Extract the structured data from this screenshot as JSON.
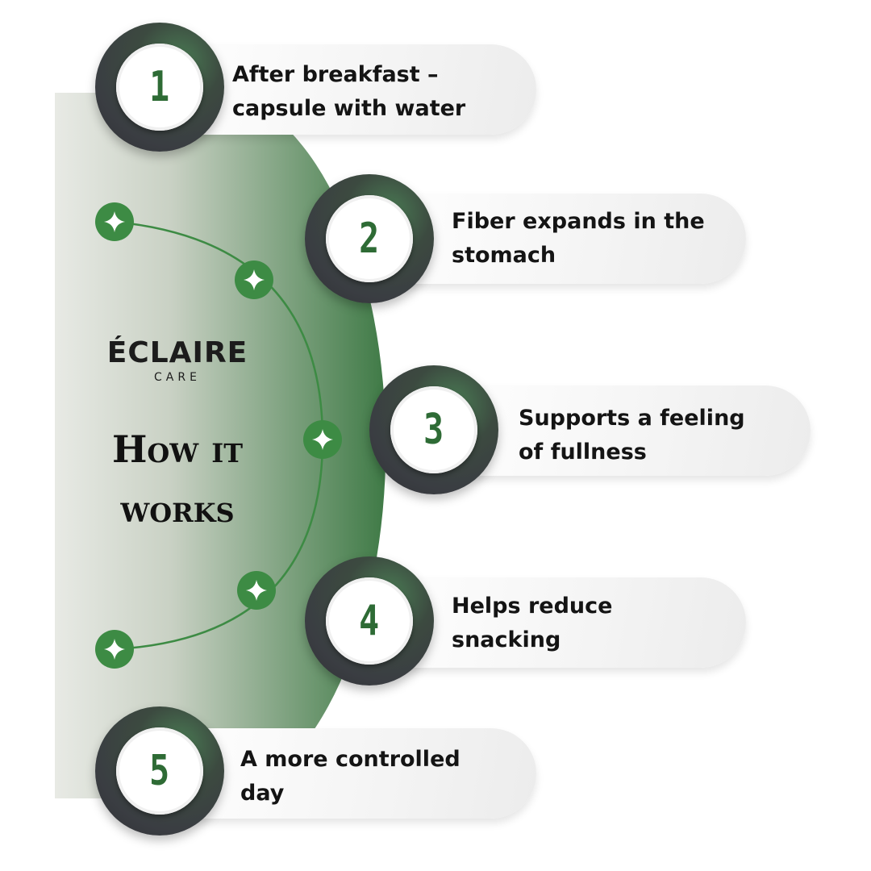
{
  "brand": {
    "name": "ÉCLAIRE",
    "sub": "CARE"
  },
  "headline": {
    "line1": "How it",
    "line2": "works"
  },
  "steps": [
    {
      "number": "1",
      "line1": "After breakfast –",
      "line2": "capsule with water"
    },
    {
      "number": "2",
      "line1": "Fiber expands in the",
      "line2": "stomach"
    },
    {
      "number": "3",
      "line1": "Supports a feeling",
      "line2": "of fullness"
    },
    {
      "number": "4",
      "line1": "Helps reduce",
      "line2": "snacking"
    },
    {
      "number": "5",
      "line1": "A more controlled",
      "line2": "day"
    }
  ],
  "colors": {
    "accent": "#2e6b35",
    "dot": "#3d8b44",
    "dark": "#3a3d42",
    "panel": "#e4e7e1"
  },
  "icons": {
    "node": "sparkle-icon"
  }
}
